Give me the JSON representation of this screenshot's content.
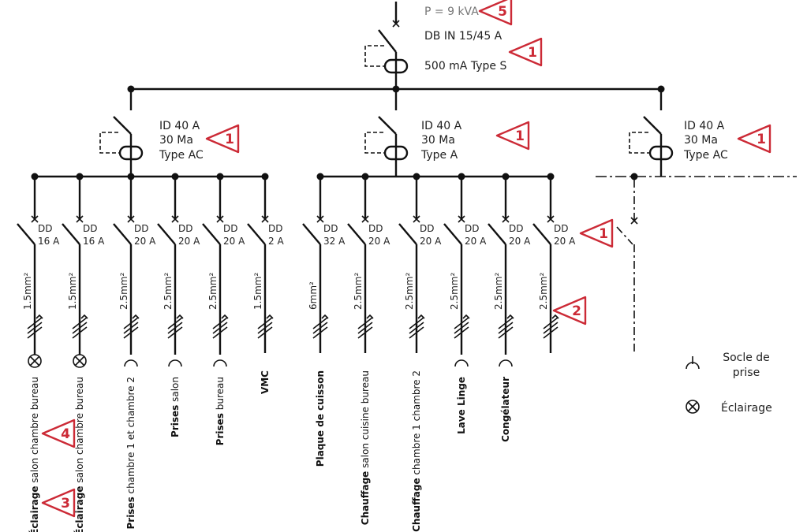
{
  "colors": {
    "marker": "#cc2a36",
    "line": "#111111"
  },
  "main": {
    "power": "P = 9 kVA",
    "breaker": "DB IN 15/45  A",
    "sensitivity": "500 mA Type  S"
  },
  "rcds": [
    {
      "l1": "ID 40 A",
      "l2": "30 Ma",
      "l3": "Type AC"
    },
    {
      "l1": "ID 40 A",
      "l2": "30 Ma",
      "l3": "Type A"
    },
    {
      "l1": "ID 40 A",
      "l2": "30 Ma",
      "l3": "Type AC"
    }
  ],
  "circuits": [
    {
      "dd": "DD",
      "amps": "16 A",
      "cable": "1.5mm²",
      "load": "lamp",
      "bold": "Éclairage",
      "rest": " salon chambre bureau"
    },
    {
      "dd": "DD",
      "amps": "16 A",
      "cable": "1.5mm²",
      "load": "lamp",
      "bold": "Éclairage",
      "rest": " salon chambre bureau"
    },
    {
      "dd": "DD",
      "amps": "20 A",
      "cable": "2.5mm²",
      "load": "socket",
      "bold": "Prises",
      "rest": " chambre 1 et chambre 2"
    },
    {
      "dd": "DD",
      "amps": "20 A",
      "cable": "2.5mm²",
      "load": "socket",
      "bold": "Prises",
      "rest": " salon"
    },
    {
      "dd": "DD",
      "amps": "20 A",
      "cable": "2.5mm²",
      "load": "socket",
      "bold": "Prises",
      "rest": " bureau"
    },
    {
      "dd": "DD",
      "amps": "2 A",
      "cable": "1.5mm²",
      "load": "none",
      "bold": "VMC",
      "rest": ""
    },
    {
      "dd": "DD",
      "amps": "32 A",
      "cable": "6mm²",
      "load": "none",
      "bold": "Plaque de cuisson",
      "rest": ""
    },
    {
      "dd": "DD",
      "amps": "20 A",
      "cable": "2.5mm²",
      "load": "none",
      "bold": "Chauffage",
      "rest": " salon cuisine bureau"
    },
    {
      "dd": "DD",
      "amps": "20 A",
      "cable": "2.5mm²",
      "load": "none",
      "bold": "Chauffage",
      "rest": " chambre 1 chambre 2"
    },
    {
      "dd": "DD",
      "amps": "20 A",
      "cable": "2.5mm²",
      "load": "socket",
      "bold": "Lave Linge",
      "rest": ""
    },
    {
      "dd": "DD",
      "amps": "20 A",
      "cable": "2.5mm²",
      "load": "socket",
      "bold": "Congélateur",
      "rest": ""
    },
    {
      "dd": "DD",
      "amps": "20 A",
      "cable": "2.5mm²",
      "load": "none",
      "bold": "",
      "rest": ""
    }
  ],
  "legend": {
    "socket_line1": "Socle de",
    "socket_line2": "prise",
    "lamp": "Éclairage"
  },
  "markers": [
    "5",
    "1",
    "1",
    "1",
    "1",
    "1",
    "2",
    "4",
    "3"
  ]
}
